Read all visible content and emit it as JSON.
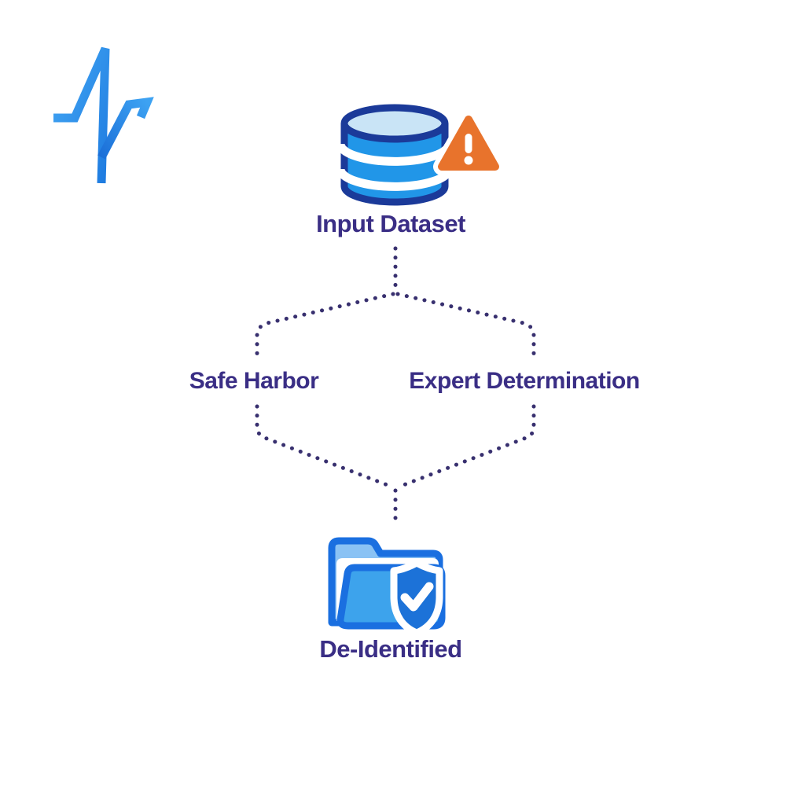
{
  "page": {
    "background": "#ffffff",
    "type": "flow-diagram"
  },
  "brand": {
    "logo_icon": "pulse-logo-icon",
    "logo_color_light": "#3FA9F5",
    "logo_color_dark": "#1668D8"
  },
  "palette": {
    "label_text": "#3A2E85",
    "connector_dots": "#38306F",
    "db_outline": "#1B3A99",
    "db_body": "#2196E8",
    "db_top": "#C9E4F6",
    "warning_orange": "#E8732C",
    "folder_outline": "#1A6FE0",
    "folder_front": "#3DA3EC",
    "folder_back_tab": "#8AC2F4",
    "shield_fill": "#1C72D8"
  },
  "flow": {
    "input": {
      "label": "Input Dataset",
      "icon": "database-warning-icon"
    },
    "branches": [
      {
        "label": "Safe Harbor"
      },
      {
        "label": "Expert Determination"
      }
    ],
    "output": {
      "label": "De-Identified",
      "icon": "folder-shield-icon"
    }
  }
}
